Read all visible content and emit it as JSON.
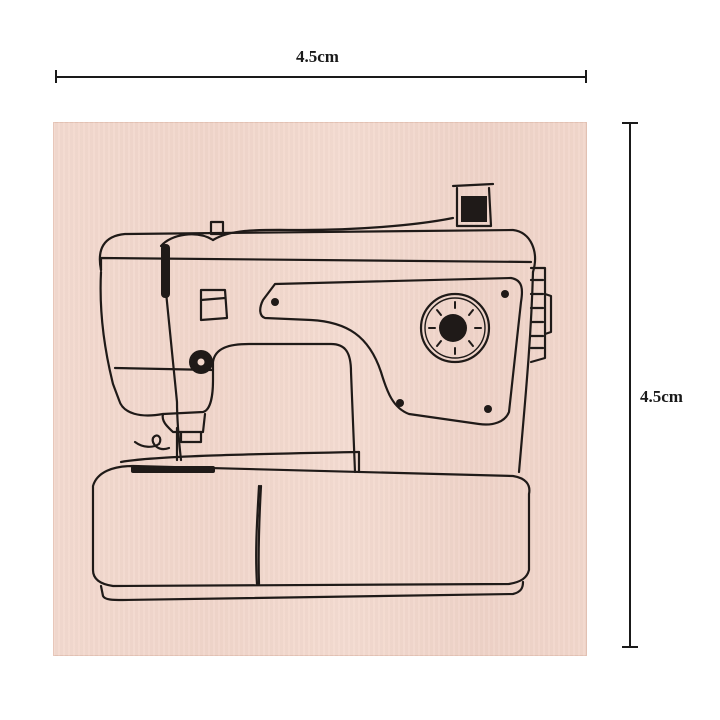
{
  "dimensions": {
    "width_label": "4.5cm",
    "height_label": "4.5cm"
  },
  "stamp": {
    "subject": "sewing-machine",
    "block_color": "#f2d7cc",
    "ink_color": "#1f1a18"
  }
}
